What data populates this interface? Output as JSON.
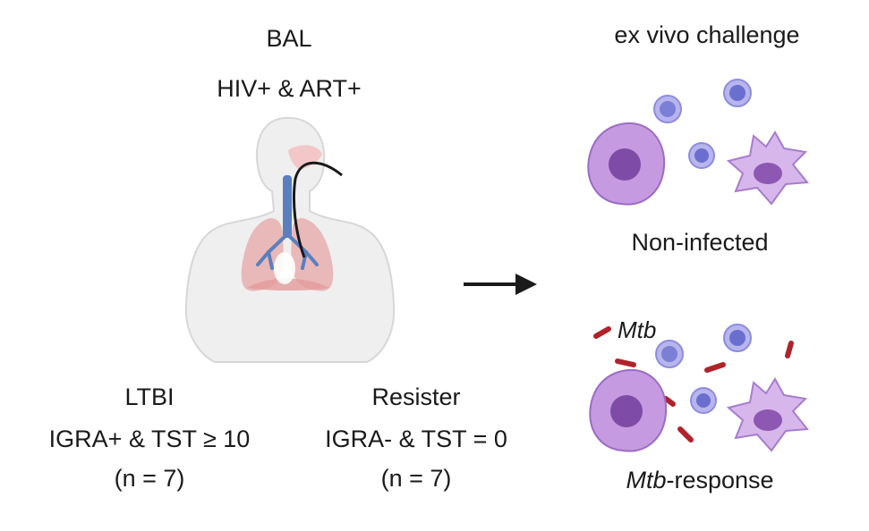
{
  "left": {
    "title": "BAL",
    "subtitle": "HIV+ & ART+",
    "groups": [
      {
        "name": "LTBI",
        "criteria": "IGRA+ & TST ≥ 10",
        "n": "(n = 7)"
      },
      {
        "name": "Resister",
        "criteria": "IGRA- & TST = 0",
        "n": "(n = 7)"
      }
    ]
  },
  "right": {
    "title": "ex vivo challenge",
    "panels": [
      {
        "label": "Non-infected"
      },
      {
        "pathogen_label": "Mtb",
        "label_italic": "Mtb",
        "label_rest": "-response"
      }
    ]
  },
  "colors": {
    "text": "#1a1a1a",
    "body_fill": "#efefef",
    "lung": "#e8aeae",
    "airway": "#5a7fbf",
    "cell": "#b98ad8",
    "cell_dark": "#7e4ca6",
    "lymph": "#6a6fcf",
    "bacilli": "#b0232a"
  }
}
